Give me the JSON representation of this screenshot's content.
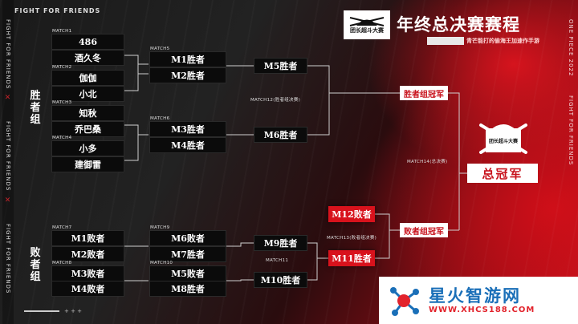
{
  "brand": "FIGHT FOR FRIENDS",
  "strip_left": "FIGHT FOR FRIENDS",
  "strip_right_top": "ONE PIECE 2022",
  "strip_right_bottom": "FIGHT FOR FRIENDS",
  "title": "年终总决赛赛程",
  "subtitle": "青芒能打的偷海王加速作手游",
  "logo_text": "团长超斗大赛",
  "groups": {
    "winners": "胜者组",
    "losers": "败者组"
  },
  "winners": {
    "match1": {
      "label": "MATCH1",
      "teams": [
        "486",
        "酒久冬"
      ]
    },
    "match2": {
      "label": "MATCH2",
      "teams": [
        "伽伽",
        "小北"
      ]
    },
    "match3": {
      "label": "MATCH3",
      "teams": [
        "知秋",
        "乔巴桑"
      ]
    },
    "match4": {
      "label": "MATCH4",
      "teams": [
        "小多",
        "建御雷"
      ]
    },
    "match5": {
      "label": "MATCH5",
      "slots": [
        "M1胜者",
        "M2胜者"
      ]
    },
    "match6": {
      "label": "MATCH6",
      "slots": [
        "M3胜者",
        "M4胜者"
      ]
    },
    "m5_winner": "M5胜者",
    "m6_winner": "M6胜者",
    "match12": "MATCH12(胜者组决赛)",
    "champion": "胜者组冠军"
  },
  "losers": {
    "match7": {
      "label": "MATCH7",
      "slots": [
        "M1败者",
        "M2败者"
      ]
    },
    "match8": {
      "label": "MATCH8",
      "slots": [
        "M3败者",
        "M4败者"
      ]
    },
    "match9": {
      "label": "MATCH9",
      "slots": [
        "M6败者",
        "M7胜者"
      ]
    },
    "match10": {
      "label": "MATCH10",
      "slots": [
        "M5败者",
        "M8胜者"
      ]
    },
    "m9_winner": "M9胜者",
    "m10_winner": "M10胜者",
    "match11": "MATCH11",
    "m12_loser": "M12败者",
    "m11_winner": "M11胜者",
    "match13": "MATCH13(败者组决赛)",
    "champion": "败者组冠军"
  },
  "final": {
    "match14": "MATCH14(总决赛)",
    "title": "总冠军"
  },
  "watermark": {
    "cn": "星火智游网",
    "en": "WWW.XHCS188.COM"
  },
  "bottom_deco": "+ + +"
}
